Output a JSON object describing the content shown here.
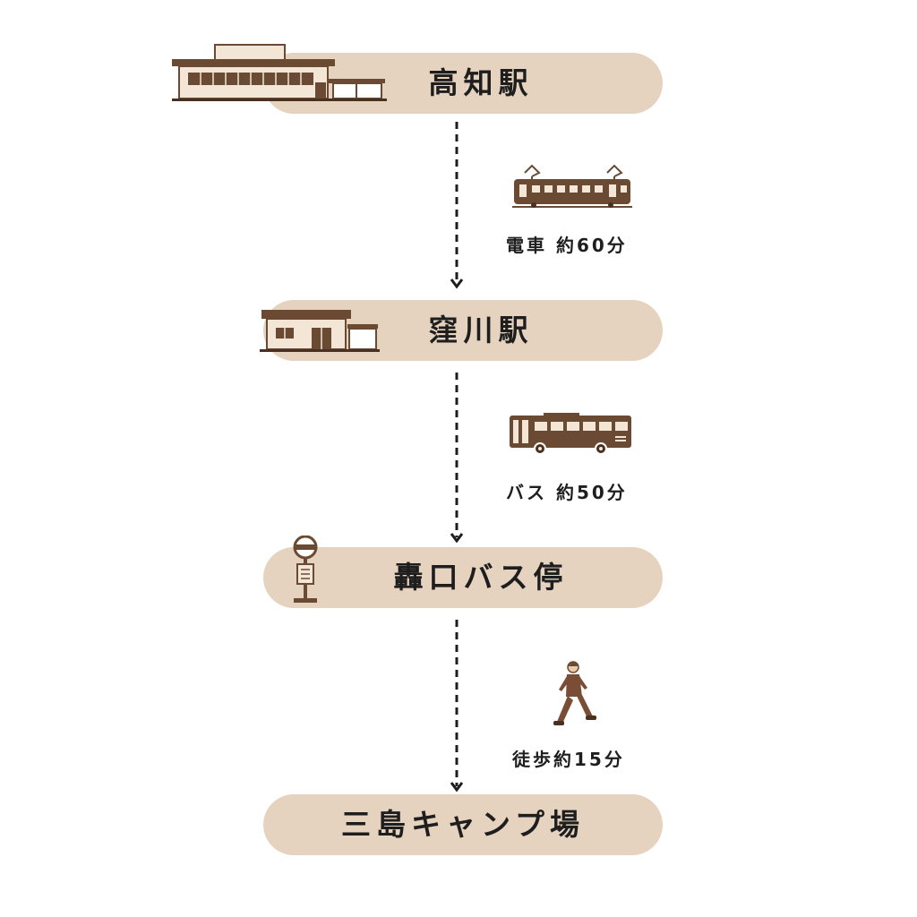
{
  "stations": [
    {
      "name": "高知駅",
      "icon": "station-building-large-icon"
    },
    {
      "name": "窪川駅",
      "icon": "station-building-small-icon"
    },
    {
      "name": "轟口バス停",
      "icon": "bus-stop-sign-icon"
    },
    {
      "name": "三島キャンプ場",
      "icon": ""
    }
  ],
  "legs": [
    {
      "mode_icon": "train-icon",
      "label": "電車 約60分"
    },
    {
      "mode_icon": "bus-icon",
      "label": "バス 約50分"
    },
    {
      "mode_icon": "walking-person-icon",
      "label": "徒歩約15分"
    }
  ],
  "colors": {
    "pill": "#e6d3bf",
    "icon_brown": "#6b4a33",
    "icon_dark": "#4a3020",
    "icon_light": "#f3e6d6",
    "line": "#1e1e1e"
  }
}
